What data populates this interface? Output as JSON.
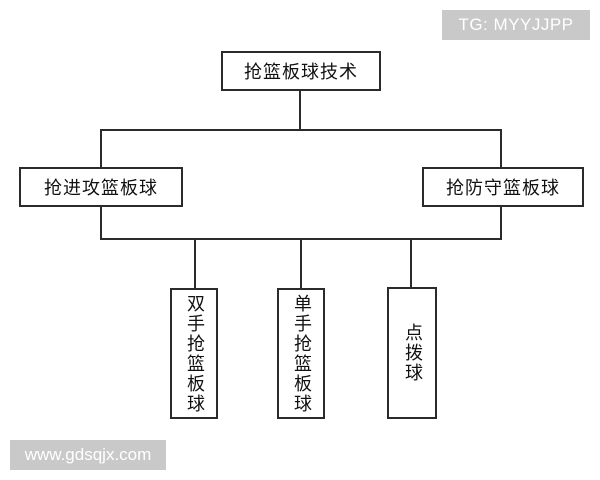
{
  "diagram": {
    "root": {
      "label": "抢篮板球技术"
    },
    "level1": [
      {
        "label": "抢进攻篮板球"
      },
      {
        "label": "抢防守篮板球"
      }
    ],
    "level2": [
      {
        "label": "双手抢篮板球"
      },
      {
        "label": "单手抢篮板球"
      },
      {
        "label": "点拨球"
      }
    ]
  },
  "watermarks": {
    "top_right": "TG: MYYJJPP",
    "bottom_left": "www.gdsqjx.com"
  }
}
